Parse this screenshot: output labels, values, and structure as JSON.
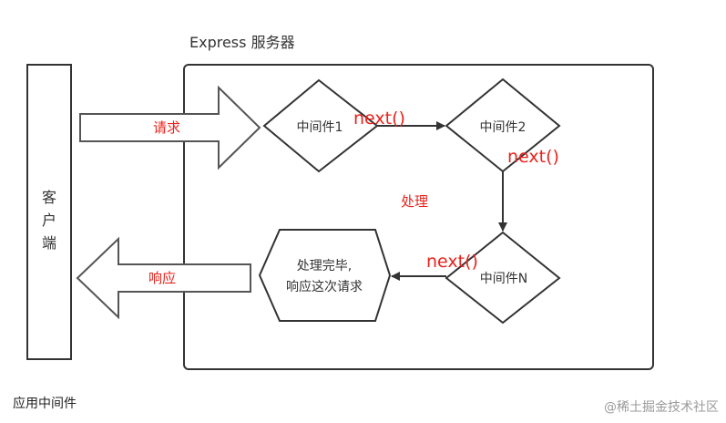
{
  "diagram": {
    "server_title": "Express 服务器",
    "client_label": [
      "客",
      "户",
      "端"
    ],
    "request_label": "请求",
    "response_label": "响应",
    "process_label": "处理",
    "middleware_1": "中间件1",
    "middleware_2": "中间件2",
    "middleware_n": "中间件N",
    "next_labels": [
      "next()",
      "next()",
      "next()"
    ],
    "done_lines": [
      "处理完毕,",
      "响应这次请求"
    ]
  },
  "caption": "应用中间件",
  "watermark": "@稀土掘金技术社区",
  "colors": {
    "annotation": "#e8231d",
    "stroke": "#333333"
  }
}
